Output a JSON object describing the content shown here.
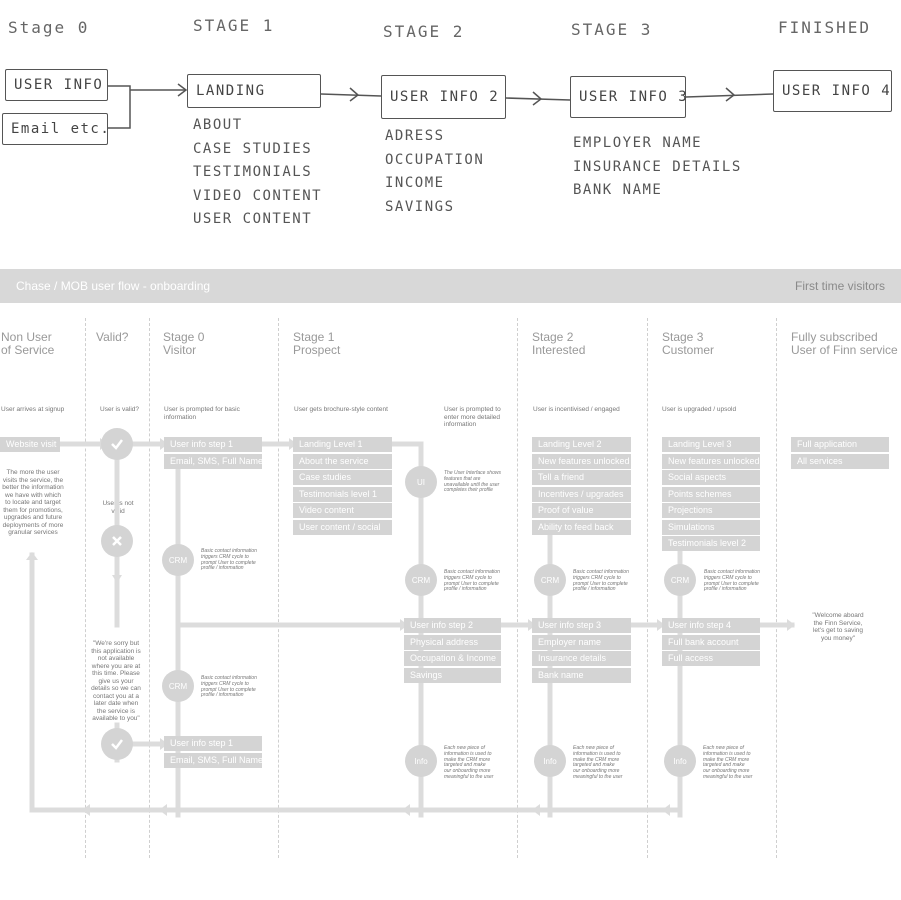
{
  "sketch": {
    "stages": [
      "Stage 0",
      "STAGE 1",
      "STAGE 2",
      "STAGE 3",
      "FINISHED"
    ],
    "boxes": {
      "user_info": "USER INFO",
      "email": "Email etc.",
      "landing": "LANDING",
      "user_info_2": "USER INFO 2",
      "user_info_3": "USER INFO 3",
      "user_info_4": "USER INFO 4"
    },
    "stage1_list": [
      "ABOUT",
      "CASE STUDIES",
      "TESTIMONIALS",
      "VIDEO CONTENT",
      "USER CONTENT"
    ],
    "stage2_list": [
      "ADRESS",
      "OCCUPATION",
      "INCOME",
      "SAVINGS"
    ],
    "stage3_list": [
      "EMPLOYER NAME",
      "INSURANCE DETAILS",
      "BANK NAME"
    ]
  },
  "header": {
    "title": "Chase / MOB user flow - onboarding",
    "right": "First time visitors"
  },
  "columns": [
    "Non User\nof Service",
    "Valid?",
    "Stage 0\nVisitor",
    "Stage 1\nProspect",
    "Stage 2\nInterested",
    "Stage 3\nCustomer",
    "Fully subscribed\nUser of Finn service"
  ],
  "notes": {
    "arrives": "User arrives at signup",
    "valid": "User is valid?",
    "prompted": "User is prompted for basic information",
    "brochure": "User gets brochure-style content",
    "prompted_more": "User is prompted to enter more detailed information",
    "incentivised": "User is incentivised / engaged",
    "upgraded": "User is upgraded / upsold",
    "more_visits": "The more the user visits the service, the better the information we have with which to locate and target them for promotions, upgrades and future deployments of more granular services",
    "not_valid": "User is not valid",
    "sorry": "\"We're sorry but this application is not available where you are at this time. Please give us your details so we can contact you at a later date when the service is available to you\"",
    "welcome": "\"Welcome aboard the Finn Service, let's get to saving you money\"",
    "ui_note": "The User Interface shows features that are unavailable until the user completes their profile",
    "crm_note": "Basic contact information triggers CRM cycle to prompt User to complete profile / information",
    "info_note": "Each new piece of information is used to make the CRM more targeted and make our onboarding more meaningful to the user"
  },
  "boxes": {
    "website_visit": "Website visit",
    "stage0_top": [
      "User info step 1",
      "Email, SMS, Full Name"
    ],
    "stage0_bottom": [
      "User info step 1",
      "Email, SMS, Full Name"
    ],
    "stage1": [
      "Landing Level 1",
      "About the service",
      "Case studies",
      "Testimonials level 1",
      "Video content",
      "User content / social"
    ],
    "step2": [
      "User info step 2",
      "Physical address",
      "Occupation & Income",
      "Savings"
    ],
    "stage2": [
      "Landing Level 2",
      "New features unlocked",
      "Tell a friend",
      "Incentives / upgrades",
      "Proof of value",
      "Ability to feed back"
    ],
    "step3": [
      "User info step 3",
      "Employer name",
      "Insurance details",
      "Bank name"
    ],
    "stage3": [
      "Landing Level 3",
      "New features unlocked",
      "Social aspects",
      "Points schemes",
      "Projections",
      "Simulations",
      "Testimonials level 2"
    ],
    "step4": [
      "User info step 4",
      "Full bank account",
      "Full access"
    ],
    "full": [
      "Full application",
      "All services"
    ]
  },
  "circles": {
    "ui": "UI",
    "crm": "CRM",
    "info": "Info"
  },
  "icons": {
    "check": "check-icon",
    "cross": "cross-icon"
  }
}
